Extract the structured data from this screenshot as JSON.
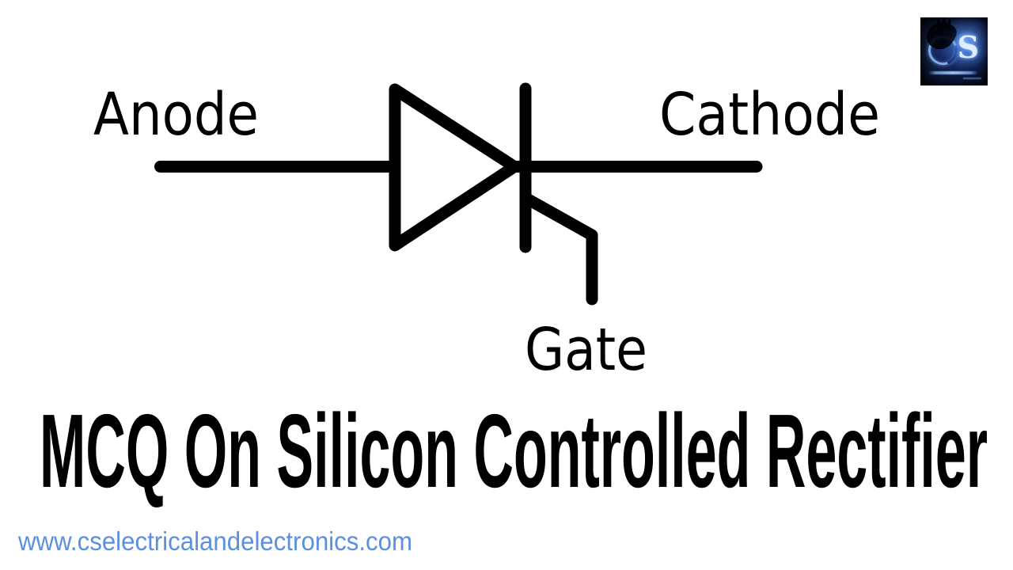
{
  "canvas": {
    "background_color": "#ffffff",
    "ink_color": "#000000"
  },
  "diagram": {
    "anode_label": "Anode",
    "cathode_label": "Cathode",
    "gate_label": "Gate"
  },
  "title": {
    "text": "MCQ On Silicon Controlled Rectifier",
    "color": "#000000"
  },
  "footer": {
    "website_url": "www.cselectricalandelectronics.com",
    "color": "#5c8fe0"
  },
  "logo": {
    "monogram": "S",
    "glow_color": "#7fb0ff",
    "background_color": "#03050c"
  }
}
